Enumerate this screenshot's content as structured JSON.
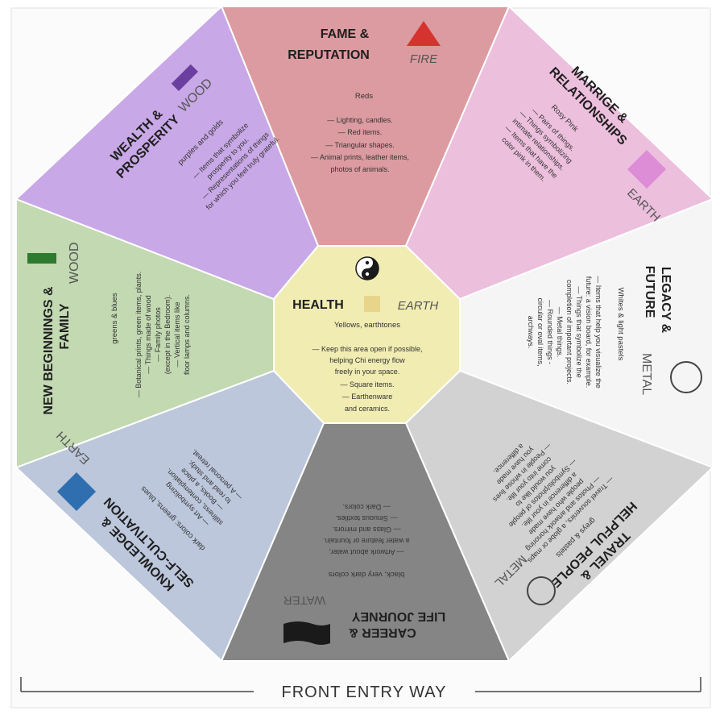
{
  "footer": "FRONT ENTRY WAY",
  "center": {
    "title": "HEALTH",
    "element": "EARTH",
    "colors": "Yellows, earthtones",
    "items": [
      "— Keep this area open if possible,",
      "helping Chi energy flow",
      "freely in your space.",
      "— Square items.",
      "— Earthenware",
      "and ceramics."
    ],
    "fill": "#f1ecb2"
  },
  "sectors": [
    {
      "key": "fame",
      "title": [
        "FAME &",
        "REPUTATION"
      ],
      "element": "FIRE",
      "symbol": "triangle",
      "symbol_color": "#d6332f",
      "fill": "#dc9ba0",
      "colors": "Reds",
      "items": [
        "— Lighting, candles.",
        "— Red items.",
        "— Triangular shapes.",
        "— Animal prints, leather items,",
        "photos of animals."
      ]
    },
    {
      "key": "relationships",
      "title": [
        "MARRIGE &",
        "RELATIONSHIPS"
      ],
      "element": "EARTH",
      "symbol": "square",
      "symbol_color": "#dd8cd6",
      "fill": "#ecbfdd",
      "colors": "Rosy Pink",
      "items": [
        "— Pairs of things.",
        "— Things symbolizing",
        "intimate relationships.",
        "— Items that have the",
        "color pink in them."
      ]
    },
    {
      "key": "legacy",
      "title": [
        "LEGACY &",
        "FUTURE"
      ],
      "element": "METAL",
      "symbol": "circle",
      "symbol_color": "#444444",
      "fill": "#f5f5f5",
      "colors": "Whites & light pastels",
      "items": [
        "— Items that help you visualize the",
        "future: a vision board, for example.",
        "— Things that symbolize the",
        "completion of important projects.",
        "— Metal things.",
        "— Rounded things -",
        "circular or oval items,",
        "archways."
      ]
    },
    {
      "key": "travel",
      "title": [
        "TRAVEL &",
        "HELPFUL PEOPLE"
      ],
      "element": "METAL",
      "symbol": "circle",
      "symbol_color": "#444444",
      "fill": "#d2d2d2",
      "colors": "greys & pastels",
      "items": [
        "— Travel souvenirs, a globe or maps.",
        "— Photos and artwork honoring",
        "people who have made",
        "a difference in your life.",
        "— Symbols/photos of people",
        "you would like to",
        "come into your life.",
        "— People in whose lives",
        "you have made",
        "a difference."
      ]
    },
    {
      "key": "career",
      "title": [
        "CAREER &",
        "LIFE JOURNEY"
      ],
      "element": "WATER",
      "symbol": "wave",
      "symbol_color": "#1a1a1a",
      "fill": "#858585",
      "colors": "black, very dark colors",
      "items": [
        "— Artwork about water,",
        "a water feature or fountain.",
        "— Glass and mirrors.",
        "— Sinuous textiles.",
        "— Dark colors."
      ]
    },
    {
      "key": "knowledge",
      "title": [
        "KNOWLEDGE &",
        "SELF-CULTIVATION"
      ],
      "element": "EARTH",
      "symbol": "square",
      "symbol_color": "#2f6fb0",
      "fill": "#bcc7dc",
      "colors": "dark colors: greens, blues",
      "items": [
        "— Art symbolizing",
        "stillness, contemplation.",
        "— Books, a place",
        "to read and study.",
        "— A personal retreat."
      ]
    },
    {
      "key": "family",
      "title": [
        "NEW BEGINNINGS &",
        "FAMILY"
      ],
      "element": "WOOD",
      "symbol": "bar",
      "symbol_color": "#2e7a2e",
      "fill": "#c2d9b2",
      "colors": "greens & blues",
      "items": [
        "— Botanical prints, green items, plants.",
        "— Things made of wood",
        "— Family photos",
        "(except in the Bedroom).",
        "— Vertical items like",
        "floor lamps and columns."
      ]
    },
    {
      "key": "wealth",
      "title": [
        "WEALTH &",
        "PROSPERITY"
      ],
      "element": "WOOD",
      "symbol": "bar",
      "symbol_color": "#6b3fa0",
      "fill": "#c8a8e6",
      "colors": "purples and golds",
      "items": [
        "— Items that symbolize",
        "prosperity to you.",
        "— Representations of things",
        "for which you feel truly grateful."
      ]
    }
  ]
}
